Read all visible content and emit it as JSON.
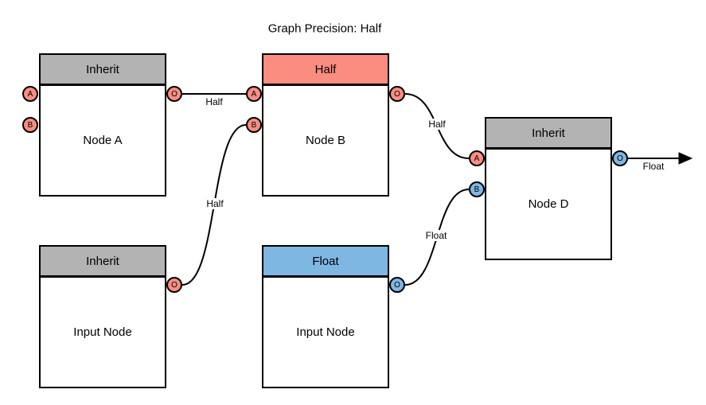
{
  "title": "Graph Precision: Half",
  "colors": {
    "node_border": "#000000",
    "inherit_header": "#b3b3b3",
    "half_fill": "#fb8d80",
    "float_fill": "#7fb7e3",
    "edge_stroke": "#000000",
    "background": "#ffffff"
  },
  "nodes": [
    {
      "id": "node-a",
      "header": "Inherit",
      "label": "Node A",
      "ports": [
        {
          "letter": "A",
          "type": "half"
        },
        {
          "letter": "B",
          "type": "half"
        },
        {
          "letter": "O",
          "type": "half"
        }
      ]
    },
    {
      "id": "node-b",
      "header": "Half",
      "label": "Node B",
      "ports": [
        {
          "letter": "A",
          "type": "half"
        },
        {
          "letter": "B",
          "type": "half"
        },
        {
          "letter": "O",
          "type": "half"
        }
      ]
    },
    {
      "id": "node-d",
      "header": "Inherit",
      "label": "Node D",
      "ports": [
        {
          "letter": "A",
          "type": "half"
        },
        {
          "letter": "B",
          "type": "float"
        },
        {
          "letter": "O",
          "type": "float"
        }
      ]
    },
    {
      "id": "input-node-left",
      "header": "Inherit",
      "label": "Input Node",
      "ports": [
        {
          "letter": "O",
          "type": "half"
        }
      ]
    },
    {
      "id": "input-node-float",
      "header": "Float",
      "label": "Input Node",
      "ports": [
        {
          "letter": "O",
          "type": "float"
        }
      ]
    }
  ],
  "edges": [
    {
      "from": "node-a.O",
      "to": "node-b.A",
      "label": "Half"
    },
    {
      "from": "input-node-left.O",
      "to": "node-b.B",
      "label": "Half"
    },
    {
      "from": "node-b.O",
      "to": "node-d.A",
      "label": "Half"
    },
    {
      "from": "input-node-float.O",
      "to": "node-d.B",
      "label": "Float"
    },
    {
      "from": "node-d.O",
      "to": "graph-output-arrow",
      "label": "Float"
    }
  ]
}
